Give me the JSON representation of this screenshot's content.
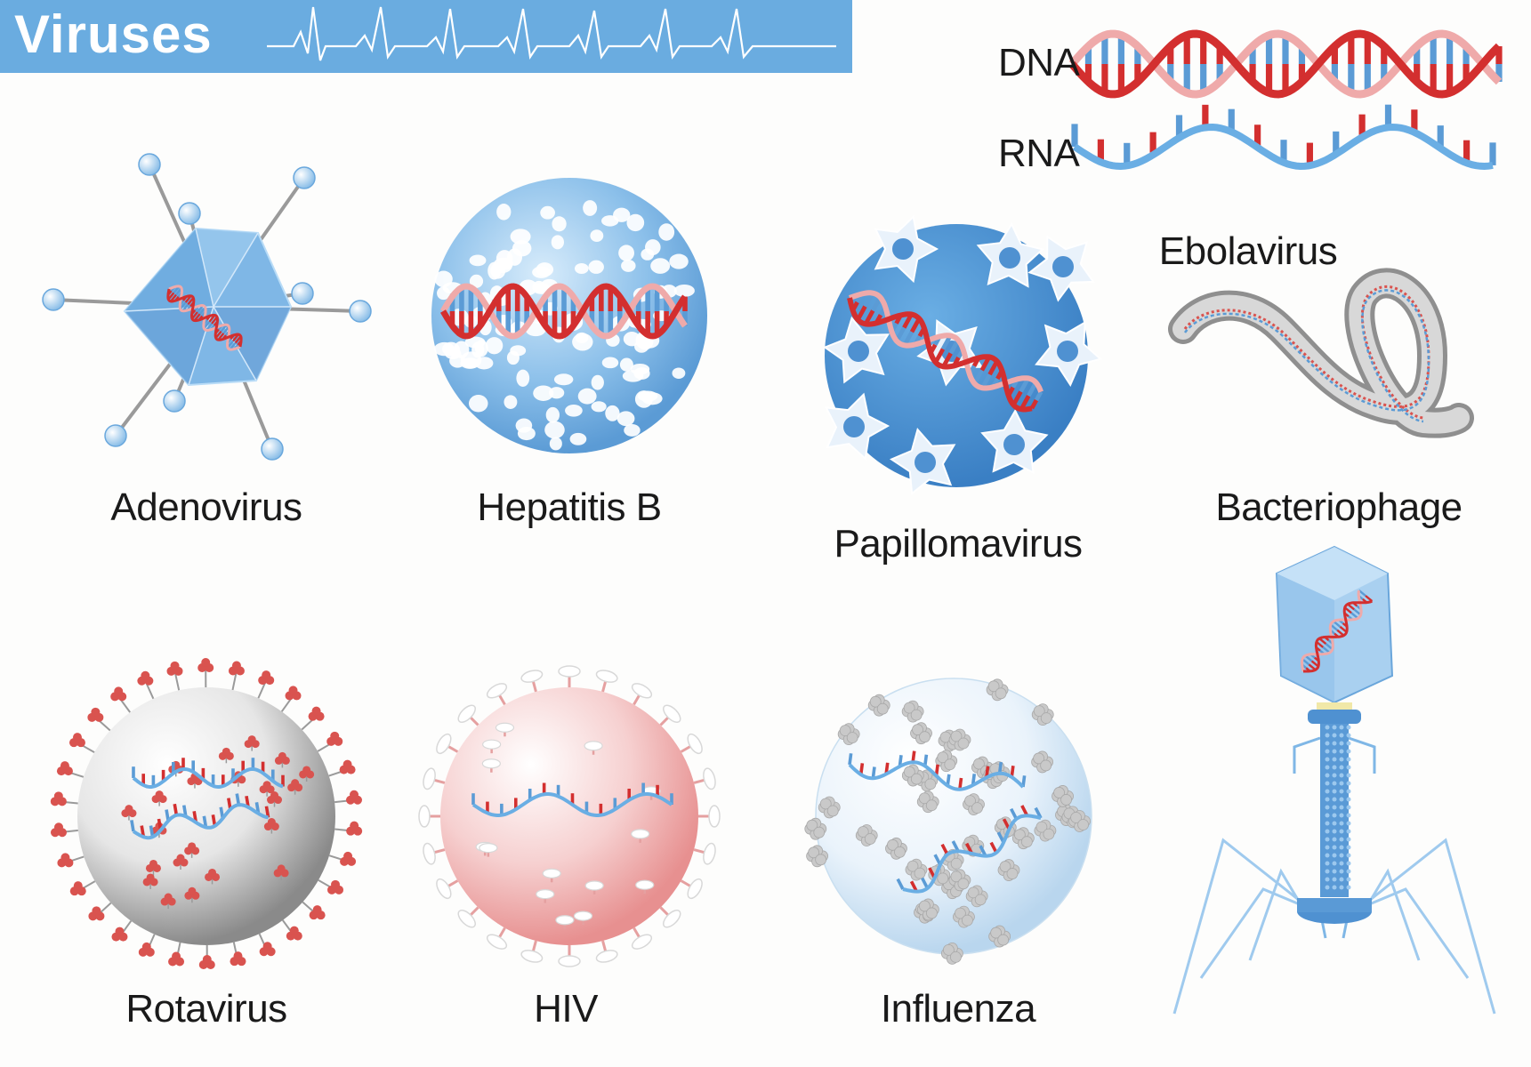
{
  "title": "Viruses",
  "legend": {
    "dna_label": "DNA",
    "rna_label": "RNA"
  },
  "viruses": {
    "adenovirus": "Adenovirus",
    "hepatitis_b": "Hepatitis B",
    "papillomavirus": "Papillomavirus",
    "ebolavirus": "Ebolavirus",
    "bacteriophage": "Bacteriophage",
    "rotavirus": "Rotavirus",
    "hiv": "HIV",
    "influenza": "Influenza"
  },
  "colors": {
    "banner": "#6aace0",
    "blue": "#5b9bd5",
    "light_blue": "#cfe3f5",
    "red": "#d32f2f",
    "pink": "#f3c3c3",
    "grey": "#b5b5b5"
  }
}
